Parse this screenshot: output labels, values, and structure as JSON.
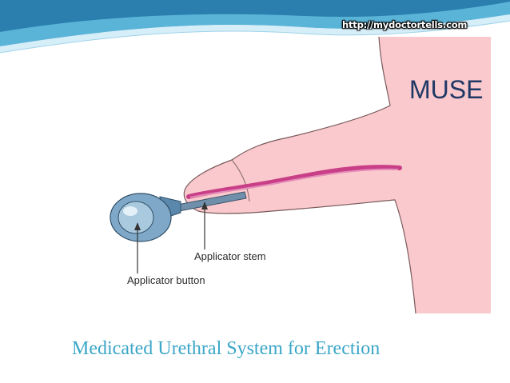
{
  "slide": {
    "url": "http://mydoctortells.com",
    "title": "MUSE",
    "caption": "Medicated Urethral System for Erection"
  },
  "diagram": {
    "labels": {
      "stem": "Applicator stem",
      "button": "Applicator button"
    }
  },
  "colors": {
    "accent": "#3aa6c8",
    "wave_dark": "#1e6f9a",
    "wave_light": "#bfe3f2",
    "skin": "#f8c8cc",
    "urethra": "#d33a84",
    "applicator": "#5b8fb3",
    "title": "#1f3864"
  }
}
